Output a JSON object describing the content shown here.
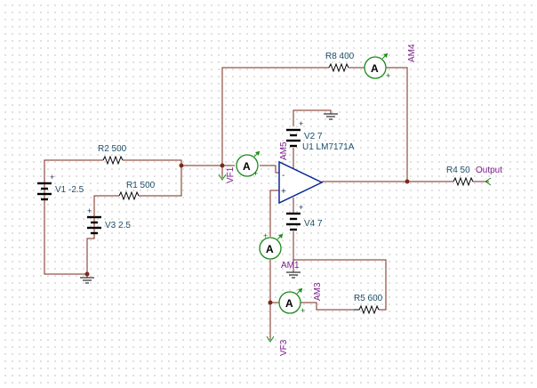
{
  "components": {
    "r2": "R2 500",
    "r1": "R1 500",
    "r8": "R8 400",
    "r4": "R4 50",
    "r5": "R5 600",
    "v1": "V1 -2.5",
    "v3": "V3 2.5",
    "v2": "V2 7",
    "v4": "V4 7",
    "u1": "U1 LM7171A"
  },
  "meters": {
    "ammeter_letter": "A",
    "am1": "AM1",
    "am3": "AM3",
    "am4": "AM4",
    "am5": "AM5",
    "vf1": "VF1",
    "vf3": "VF3"
  },
  "output_label": "Output",
  "signs": {
    "plus": "+",
    "minus": "-"
  },
  "colors": {
    "wire": "#7a2a1a",
    "component_label": "#1c4f6a",
    "meter_label": "#7a1a8a",
    "ammeter_outline": "#1a8a1a",
    "opamp_outline": "#0a2a9a"
  }
}
